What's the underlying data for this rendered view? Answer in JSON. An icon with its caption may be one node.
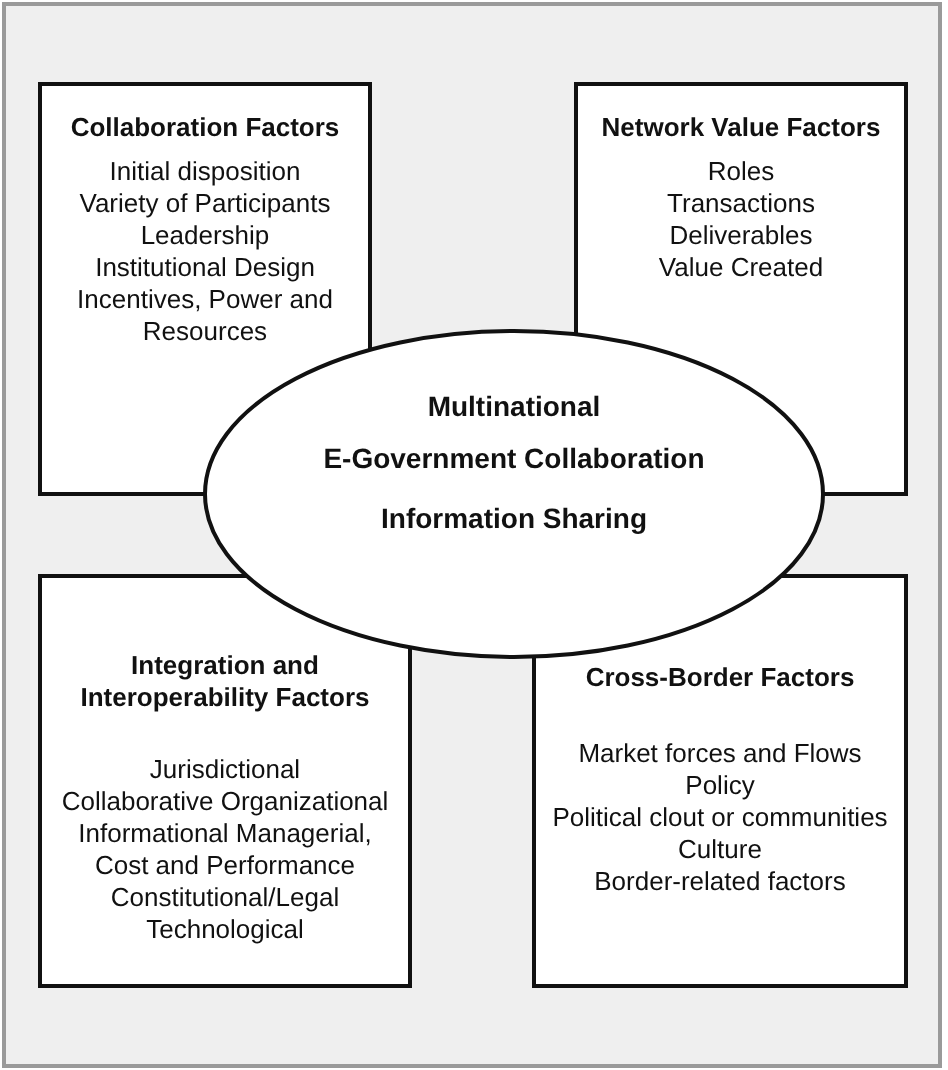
{
  "diagram": {
    "nodes": [
      {
        "text": [
          "Collaboration Factors",
          "Initial disposition",
          "Variety of Participants",
          "Leadership",
          "Institutional Design",
          "Incentives, Power and Resources"
        ]
      },
      {
        "text": [
          "Network Value Factors",
          "Roles",
          "Transactions",
          "Deliverables",
          "Value Created"
        ]
      },
      {
        "text": [
          "Multinational",
          "E-Government Collaboration",
          "Information Sharing"
        ]
      },
      {
        "text": [
          "Integration and Interoperability Factors",
          "Jurisdictional",
          "Collaborative Organizational",
          "Informational Managerial, Cost and Performance",
          "Constitutional/Legal",
          "Technological"
        ]
      },
      {
        "text": [
          "Cross-Border Factors",
          "Market forces and Flows",
          "Policy",
          "Political clout or communities",
          "Culture",
          "Border-related factors"
        ]
      }
    ],
    "edges": []
  }
}
